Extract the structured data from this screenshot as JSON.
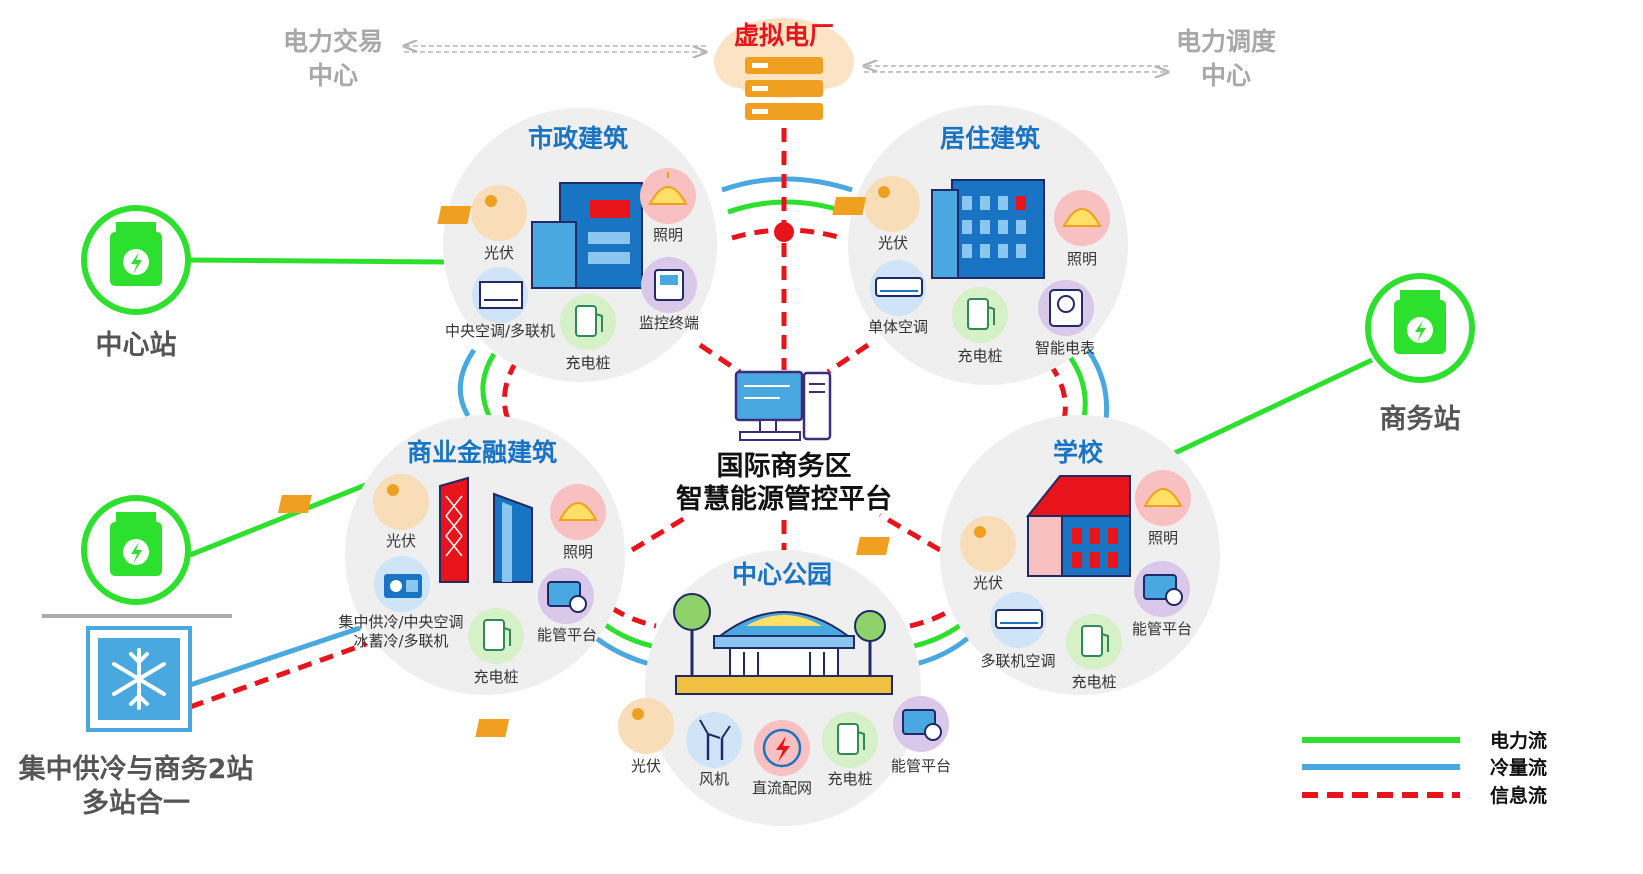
{
  "top": {
    "virtual_plant": "虚拟电厂",
    "trading_center": [
      "电力交易",
      "中心"
    ],
    "dispatch_center": [
      "电力调度",
      "中心"
    ]
  },
  "platform": [
    "国际商务区",
    "智慧能源管控平台"
  ],
  "stations": {
    "center": "中心站",
    "business": "商务站",
    "cooling": [
      "集中供冷与商务2站",
      "多站合一"
    ]
  },
  "clusters": {
    "municipal": {
      "title": "市政建筑",
      "items": [
        "光伏",
        "照明",
        "中央空调/多联机",
        "充电桩",
        "监控终端"
      ]
    },
    "residential": {
      "title": "居住建筑",
      "items": [
        "光伏",
        "照明",
        "单体空调",
        "充电桩",
        "智能电表"
      ]
    },
    "commercial": {
      "title": "商业金融建筑",
      "items": [
        "光伏",
        "照明",
        "集中供冷/中央空调",
        "冰蓄冷/多联机",
        "充电桩",
        "能管平台"
      ]
    },
    "school": {
      "title": "学校",
      "items": [
        "照明",
        "光伏",
        "能管平台",
        "多联机空调",
        "充电桩"
      ]
    },
    "park": {
      "title": "中心公园",
      "items": [
        "光伏",
        "风机",
        "直流配网",
        "充电桩",
        "能管平台"
      ]
    }
  },
  "legend": [
    {
      "label": "电力流",
      "color": "#2ee02e",
      "style": "solid"
    },
    {
      "label": "冷量流",
      "color": "#4aa8e0",
      "style": "solid"
    },
    {
      "label": "信息流",
      "color": "#e8141c",
      "style": "dashed"
    }
  ],
  "colors": {
    "title_blue": "#1a74c4",
    "red": "#e8141c",
    "green": "#2ee02e",
    "cool_blue": "#4aa8e0",
    "gray": "#9a9a9a",
    "orange": "#f0a020"
  }
}
